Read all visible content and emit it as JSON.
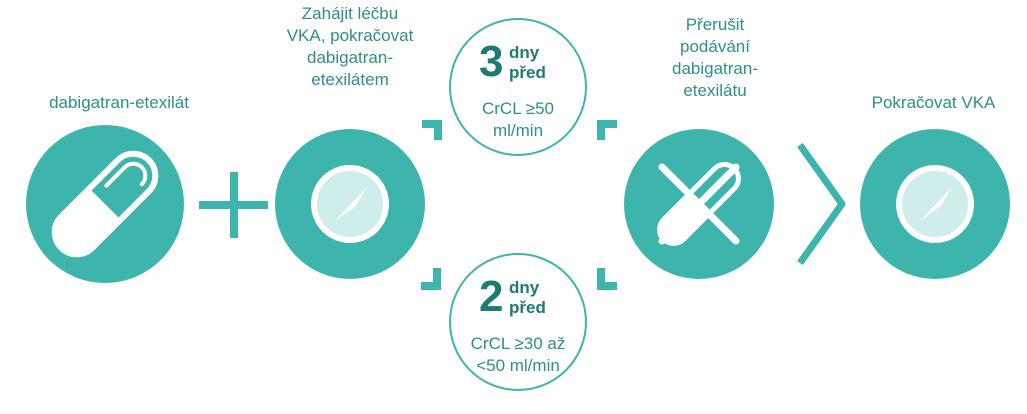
{
  "labels": {
    "dabigatran": "dabigatran-etexilát",
    "start_vka": [
      "Zahájit léčbu",
      "VKA, pokračovat",
      "dabigatran-",
      "etexilátem"
    ],
    "stop": [
      "Přerušit",
      "podávání",
      "dabigatran-",
      "etexilátu"
    ],
    "continue_vka": "Pokračovat VKA"
  },
  "top_bubble": {
    "number": "3",
    "word1": "dny",
    "word2": "před",
    "condition": [
      "CrCL ≥50",
      "ml/min"
    ]
  },
  "bottom_bubble": {
    "number": "2",
    "word1": "dny",
    "word2": "před",
    "condition": [
      "CrCL ≥30 až",
      "<50 ml/min"
    ]
  },
  "colors": {
    "teal": "#3db5ad",
    "dark_teal": "#1f7a72",
    "light_teal": "#cfeeeb",
    "text": "#2f8f87"
  },
  "icons": [
    "capsule-icon",
    "plus-icon",
    "vka-pill-icon",
    "stop-capsule-icon",
    "chevron-right-icon"
  ]
}
